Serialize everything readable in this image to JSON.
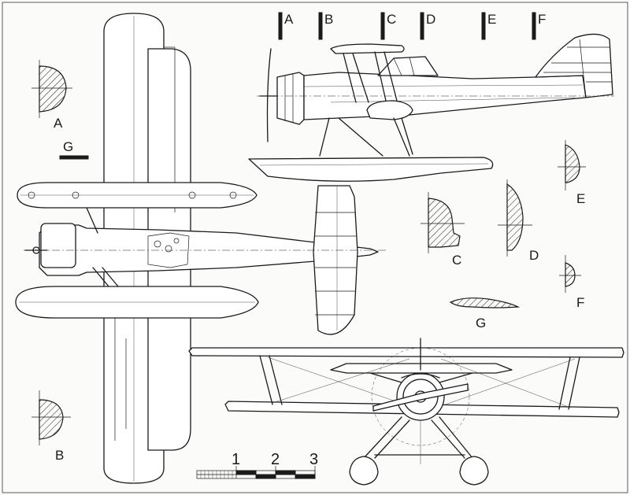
{
  "section_labels": {
    "a": "A",
    "b": "B",
    "c": "C",
    "d": "D",
    "e": "E",
    "f": "F",
    "g": "G"
  },
  "station_markers": [
    "A",
    "B",
    "C",
    "D",
    "E",
    "F"
  ],
  "scale_bar": {
    "ticks": [
      "1",
      "2",
      "3"
    ]
  }
}
